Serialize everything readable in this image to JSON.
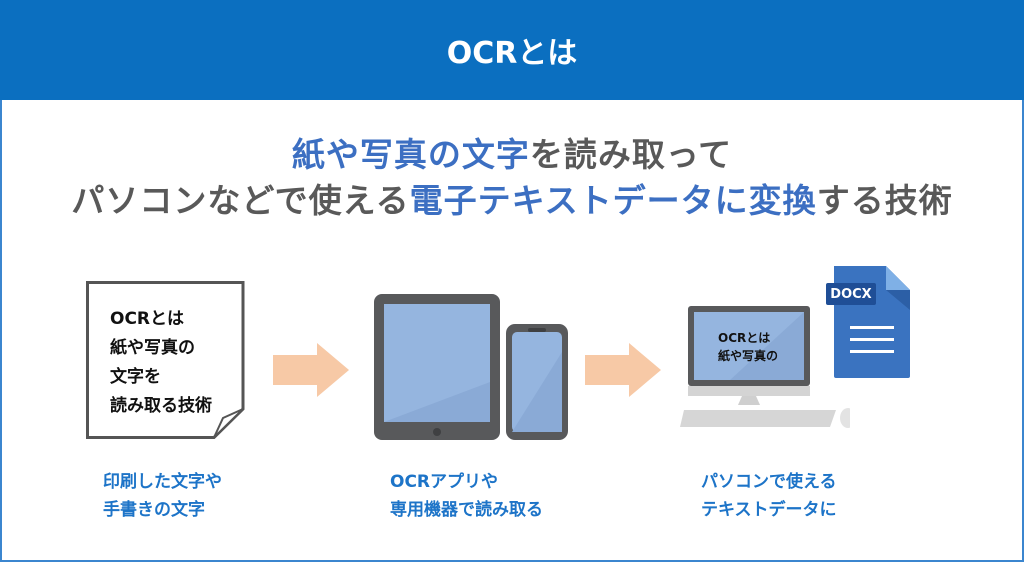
{
  "header": {
    "title": "OCRとは"
  },
  "headline": {
    "line1": [
      {
        "text": "紙や写真の文字",
        "hl": true
      },
      {
        "text": "を読み取って",
        "hl": false
      }
    ],
    "line2": [
      {
        "text": "パソコンなどで使える",
        "hl": false
      },
      {
        "text": "電子テキストデータに変換",
        "hl": true
      },
      {
        "text": "する技術",
        "hl": false
      }
    ]
  },
  "steps": [
    {
      "illustration_text": [
        "OCRとは",
        "紙や写真の",
        "文字を",
        "読み取る技術"
      ],
      "caption": [
        "印刷した文字や",
        "手書きの文字"
      ]
    },
    {
      "caption": [
        "OCRアプリや",
        "専用機器で読み取る"
      ]
    },
    {
      "illustration_text": [
        "OCRとは",
        "紙や写真の"
      ],
      "file_label": "DOCX",
      "caption": [
        "パソコンで使える",
        "テキストデータに"
      ]
    }
  ],
  "colors": {
    "header": "#0b6fc0",
    "highlight": "#3c6fc2",
    "caption": "#1d74c8",
    "arrow": "#f7c9a6",
    "device": "#58595b",
    "screen": "#95b5df"
  }
}
